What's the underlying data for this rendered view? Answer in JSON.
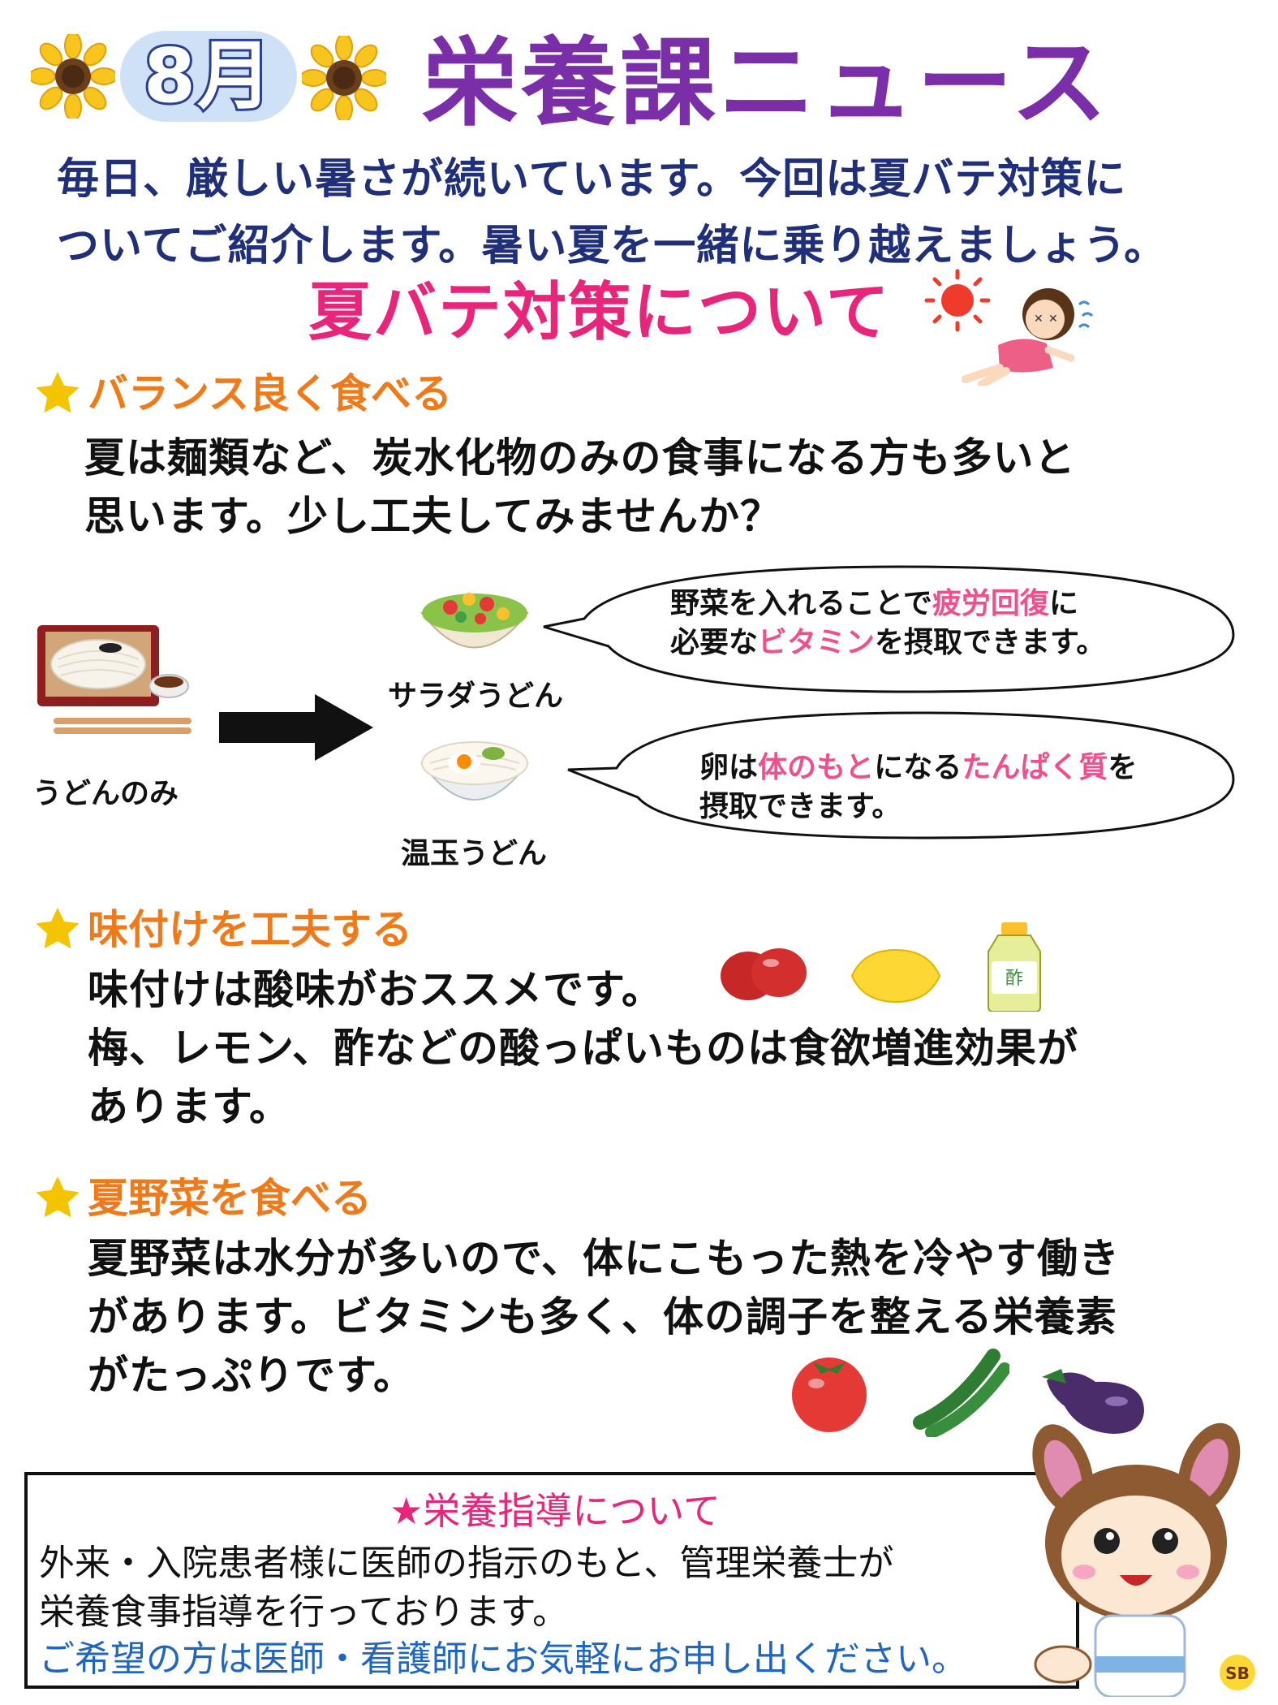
{
  "header": {
    "month": "8月",
    "title": "栄養課ニュース",
    "intro": [
      "毎日、厳しい暑さが続いています。今回は夏バテ対策に",
      "ついてご紹介します。暑い夏を一緒に乗り越えましょう。"
    ],
    "subtitle": "夏バテ対策について"
  },
  "section1": {
    "heading": "バランス良く食べる",
    "body": [
      "夏は麺類など、炭水化物のみの食事になる方も多いと",
      "思います。少し工夫してみませんか？"
    ],
    "left_caption": "うどんのみ",
    "salad_caption": "サラダうどん",
    "egg_caption": "温玉うどん",
    "bubble1": {
      "l1a": "野菜を入れることで",
      "l1b": "疲労回復",
      "l1c": "に",
      "l2a": "必要な",
      "l2b": "ビタミン",
      "l2c": "を摂取できます。"
    },
    "bubble2": {
      "l1a": "卵は",
      "l1b": "体のもと",
      "l1c": "になる",
      "l1d": "たんぱく質",
      "l1e": "を",
      "l2a": "摂取できます。"
    }
  },
  "section2": {
    "heading": "味付けを工夫する",
    "body": [
      "味付けは酸味がおススメです。",
      "梅、レモン、酢などの酸っぱいものは食欲増進効果が",
      "あります。"
    ],
    "vinegar_label": "酢"
  },
  "section3": {
    "heading": "夏野菜を食べる",
    "body": [
      "夏野菜は水分が多いので、体にこもった熱を冷やす働き",
      "があります。ビタミンも多く、体の調子を整える栄養素",
      "がたっぷりです。"
    ]
  },
  "info_box": {
    "title": "★栄養指導について",
    "line1": "外来・入院患者様に医師の指示のもと、管理栄養士が",
    "line2": "栄養食事指導を行っております。",
    "line3": "ご希望の方は医師・看護師にお気軽にお申し出ください。"
  },
  "mascot_badge": "SB",
  "colors": {
    "title": "#7a2fa8",
    "intro": "#1f2f7a",
    "subtitle": "#e8257a",
    "heading": "#f07a1a",
    "highlight": "#ef4f8d",
    "info_blue": "#1f66c2"
  }
}
